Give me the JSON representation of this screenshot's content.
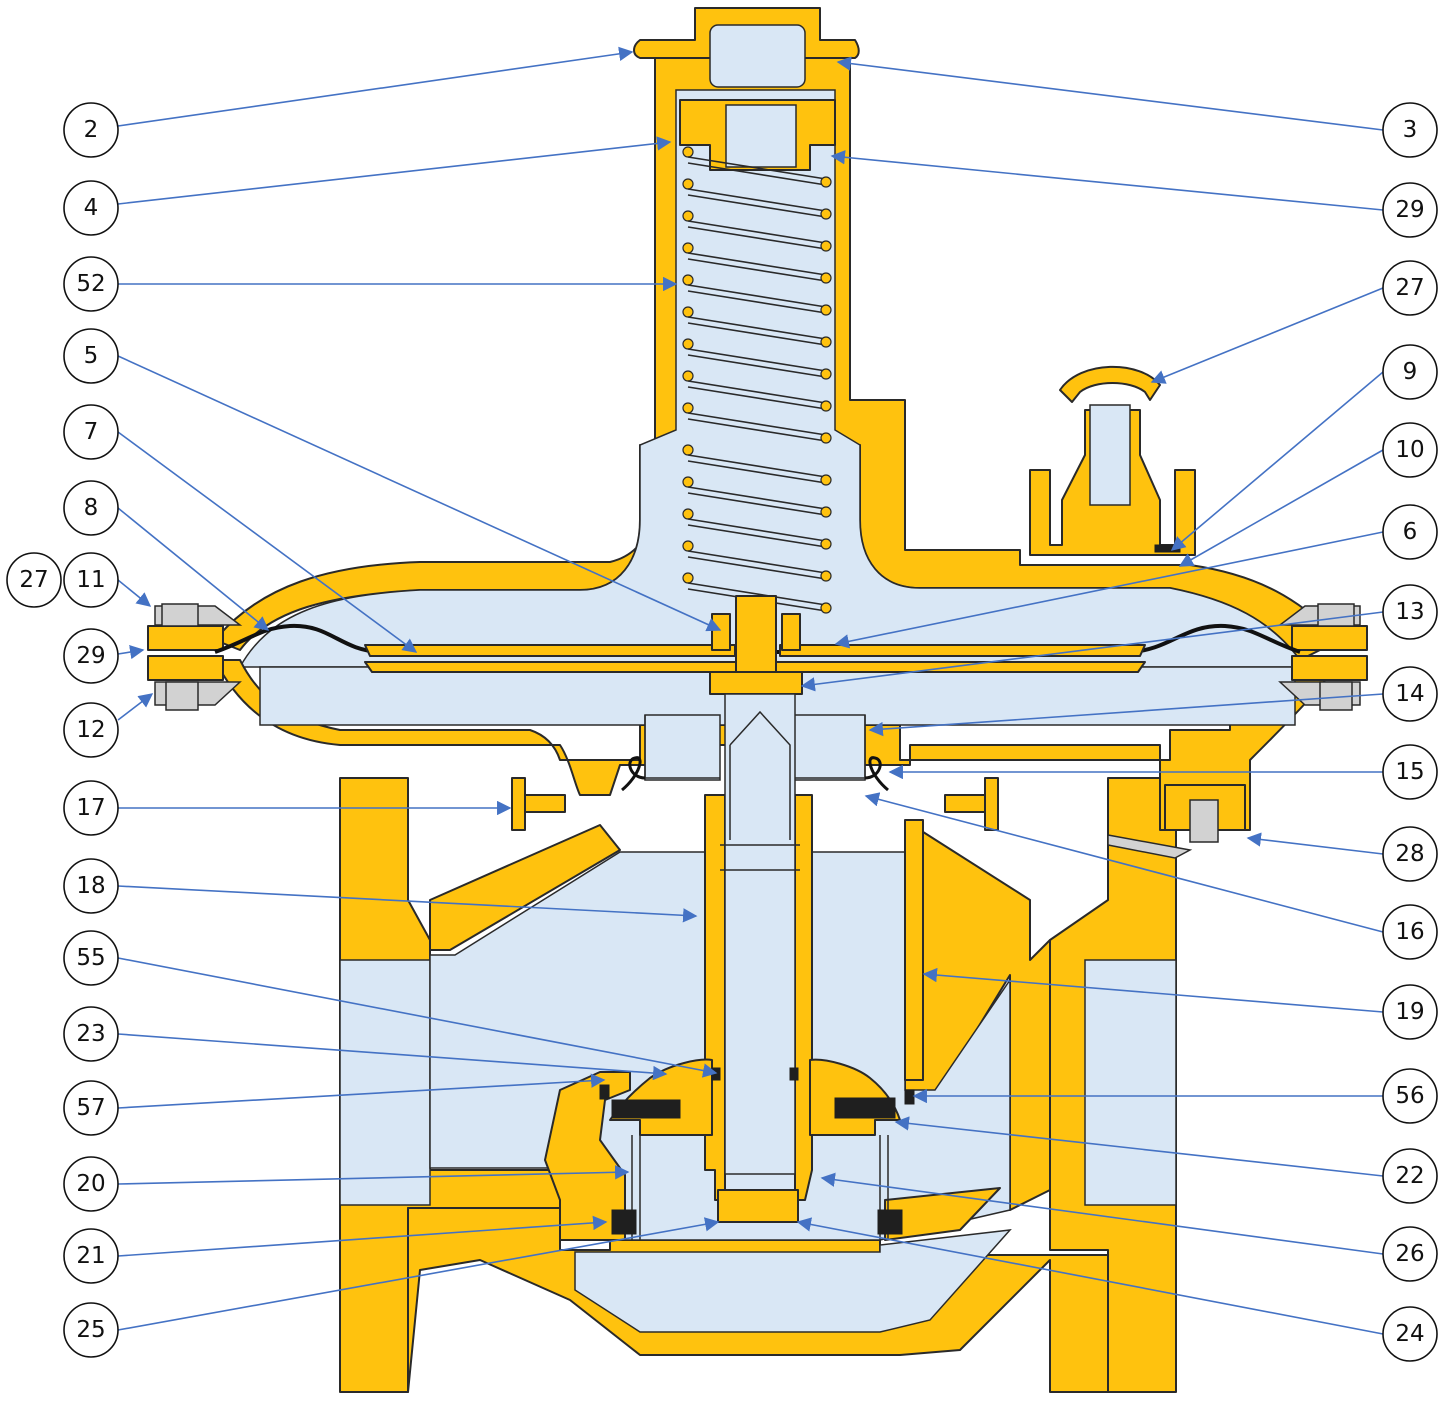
{
  "colors": {
    "body": "#FFC20E",
    "gas": "#D9E7F5",
    "leader": "#4472C4",
    "steel": "#D2D2D2",
    "rubber": "#1f1f1f"
  },
  "callouts": {
    "left": [
      "2",
      "4",
      "52",
      "5",
      "7",
      "8",
      "27",
      "11",
      "29",
      "12",
      "17",
      "18",
      "55",
      "23",
      "57",
      "20",
      "21",
      "25"
    ],
    "right": [
      "3",
      "29",
      "27",
      "9",
      "10",
      "6",
      "13",
      "14",
      "15",
      "28",
      "16",
      "19",
      "56",
      "22",
      "26",
      "24"
    ]
  }
}
